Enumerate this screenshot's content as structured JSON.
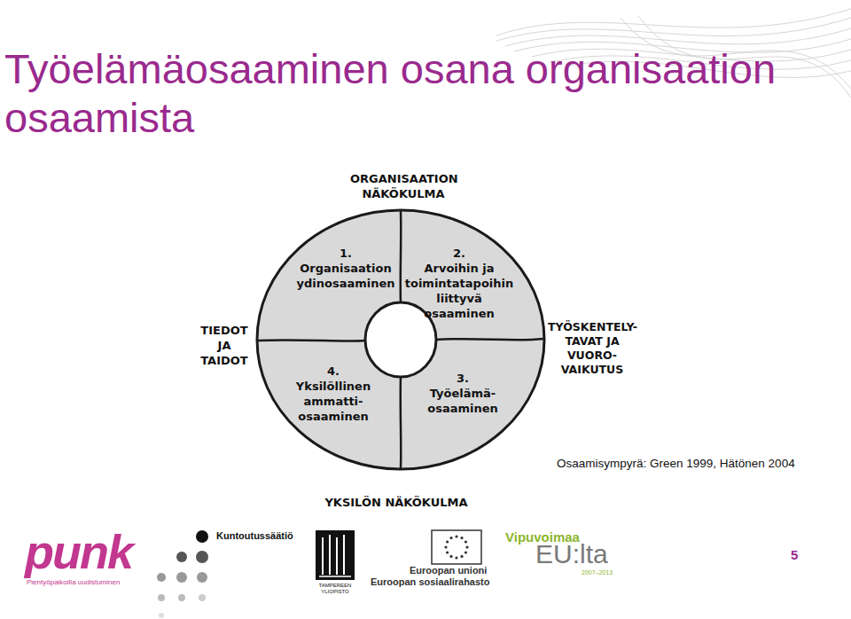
{
  "diagram": {
    "title": "Työelämäosaaminen osana organisaation osaamista",
    "caption": "Osaamisympyrä: Green 1999, Hätönen 2004",
    "nodes": [
      {
        "text": [
          "1.",
          "Organisaation ydinosaaminen"
        ]
      },
      {
        "text": [
          "2.",
          "Arvoihin ja toimintatapoihin liittyvä osaaminen"
        ]
      },
      {
        "text": [
          "3.",
          "Työelämä-osaaminen"
        ]
      },
      {
        "text": [
          "4.",
          "Yksilöllinen ammatti-osaaminen"
        ]
      }
    ],
    "labels": [
      "ORGANISAATION NÄKÖKULMA",
      "TIEDOT JA TAIDOT",
      "TYÖSKENTELY-TAVAT JA VUORO-VAIKUTUS",
      "YKSILÖN NÄKÖKULMA",
      "punk",
      "Pientyöpaikoilla uudistuminen",
      "Kuntoutussäätiö",
      "TAMPEREEN YLIOPISTO",
      "Euroopan unioni",
      "Euroopan sosiaalirahasto",
      "Vipuvoimaa",
      "EU:lta",
      "2007–2013",
      "5"
    ]
  }
}
